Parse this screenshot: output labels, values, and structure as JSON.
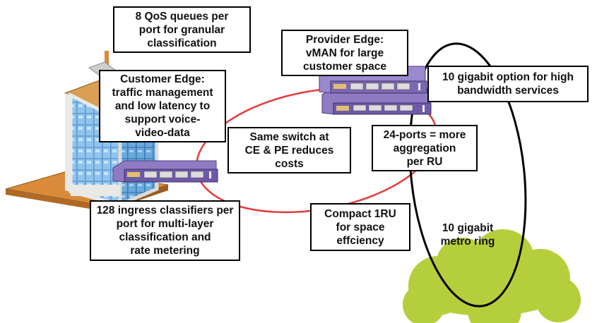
{
  "colors": {
    "ring_red": "#e53a3a",
    "ring_black": "#000000",
    "switch_purple": "#8f7bc4",
    "cloud_green": "#b5cf3c",
    "building_glass": "#8fc4ee",
    "building_frame": "#e9e9e6",
    "ground_orange": "#d98b3a"
  },
  "icons": [
    "building-icon",
    "switch-icon",
    "cloud-icon"
  ],
  "callouts": {
    "qos_queues": "8 QoS queues per\nport for granular\nclassification",
    "provider_edge": "Provider Edge:\nvMAN for large\ncustomer space",
    "ten_gig_option": "10 gigabit option for high\nbandwidth services",
    "customer_edge": "Customer Edge:\ntraffic management\nand low latency to\nsupport voice-\nvideo-data",
    "same_switch": "Same switch at\nCE & PE reduces\ncosts",
    "ports_24": "24-ports = more\naggregation\nper RU",
    "ingress_classifiers": "128 ingress classifiers per\nport for multi-layer\nclassification and\nrate metering",
    "compact_1ru": "Compact 1RU\nfor space\neffciency",
    "metro_ring": "10 gigabit\nmetro ring"
  }
}
